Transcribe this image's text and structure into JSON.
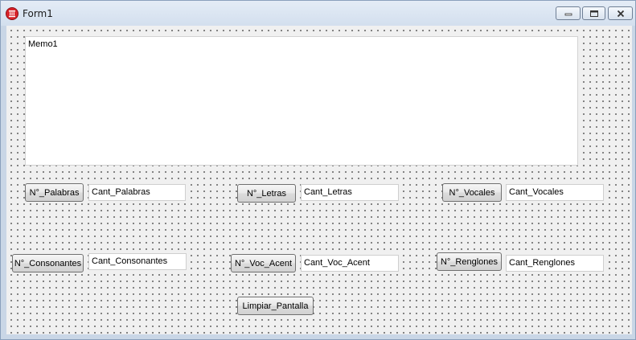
{
  "window": {
    "title": "Form1",
    "controls": {
      "minimize_icon": "minimize-icon",
      "maximize_icon": "maximize-icon",
      "close_icon": "close-icon"
    }
  },
  "memo": {
    "text": "Memo1"
  },
  "buttons": {
    "palabras": "N°_Palabras",
    "letras": "N°_Letras",
    "vocales": "N°_Vocales",
    "consonantes": "N°_Consonantes",
    "voc_acent": "N°_Voc_Acent",
    "renglones": "N°_Renglones",
    "limpiar": "Limpiar_Pantalla"
  },
  "fields": {
    "palabras": "Cant_Palabras",
    "letras": "Cant_Letras",
    "vocales": "Cant_Vocales",
    "consonantes": "Cant_Consonantes",
    "voc_acent": "Cant_Voc_Acent",
    "renglones": "Cant_Renglones"
  },
  "colors": {
    "titlebar": "#d3dfee",
    "form_background": "#f0f0f0",
    "app_icon": "#d9242b"
  }
}
